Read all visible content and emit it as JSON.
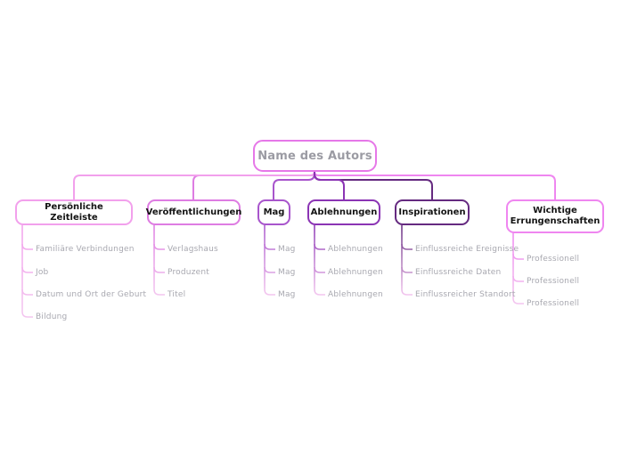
{
  "root": {
    "label": "Name des Autors"
  },
  "branches": [
    {
      "label": "Persönliche Zeitleiste",
      "color": "#f2a0ec",
      "children": [
        "Familiäre Verbindungen",
        "Job",
        "Datum und Ort der Geburt",
        "Bildung"
      ]
    },
    {
      "label": "Veröffentlichungen",
      "color": "#de7ce2",
      "children": [
        "Verlagshaus",
        "Produzent",
        "Titel"
      ]
    },
    {
      "label": "Mag",
      "color": "#a855cc",
      "children": [
        "Mag",
        "Mag",
        "Mag"
      ]
    },
    {
      "label": "Ablehnungen",
      "color": "#8b34b4",
      "children": [
        "Ablehnungen",
        "Ablehnungen",
        "Ablehnungen"
      ]
    },
    {
      "label": "Inspirationen",
      "color": "#652a80",
      "children": [
        "Einflussreiche Ereignisse",
        "Einflussreiche Daten",
        "Einflussreicher Standort"
      ]
    },
    {
      "label": "Wichtige Errungenschaften",
      "color": "#ef86f0",
      "children": [
        "Professionell",
        "Professionell",
        "Professionell"
      ]
    }
  ],
  "colors": {
    "root_border": "#e678e8",
    "root_text": "#9b9ba3",
    "node_text": "#141414",
    "sub_text": "#a8a8b0",
    "line_fade": "#f3c5ef",
    "background": "#ffffff"
  }
}
